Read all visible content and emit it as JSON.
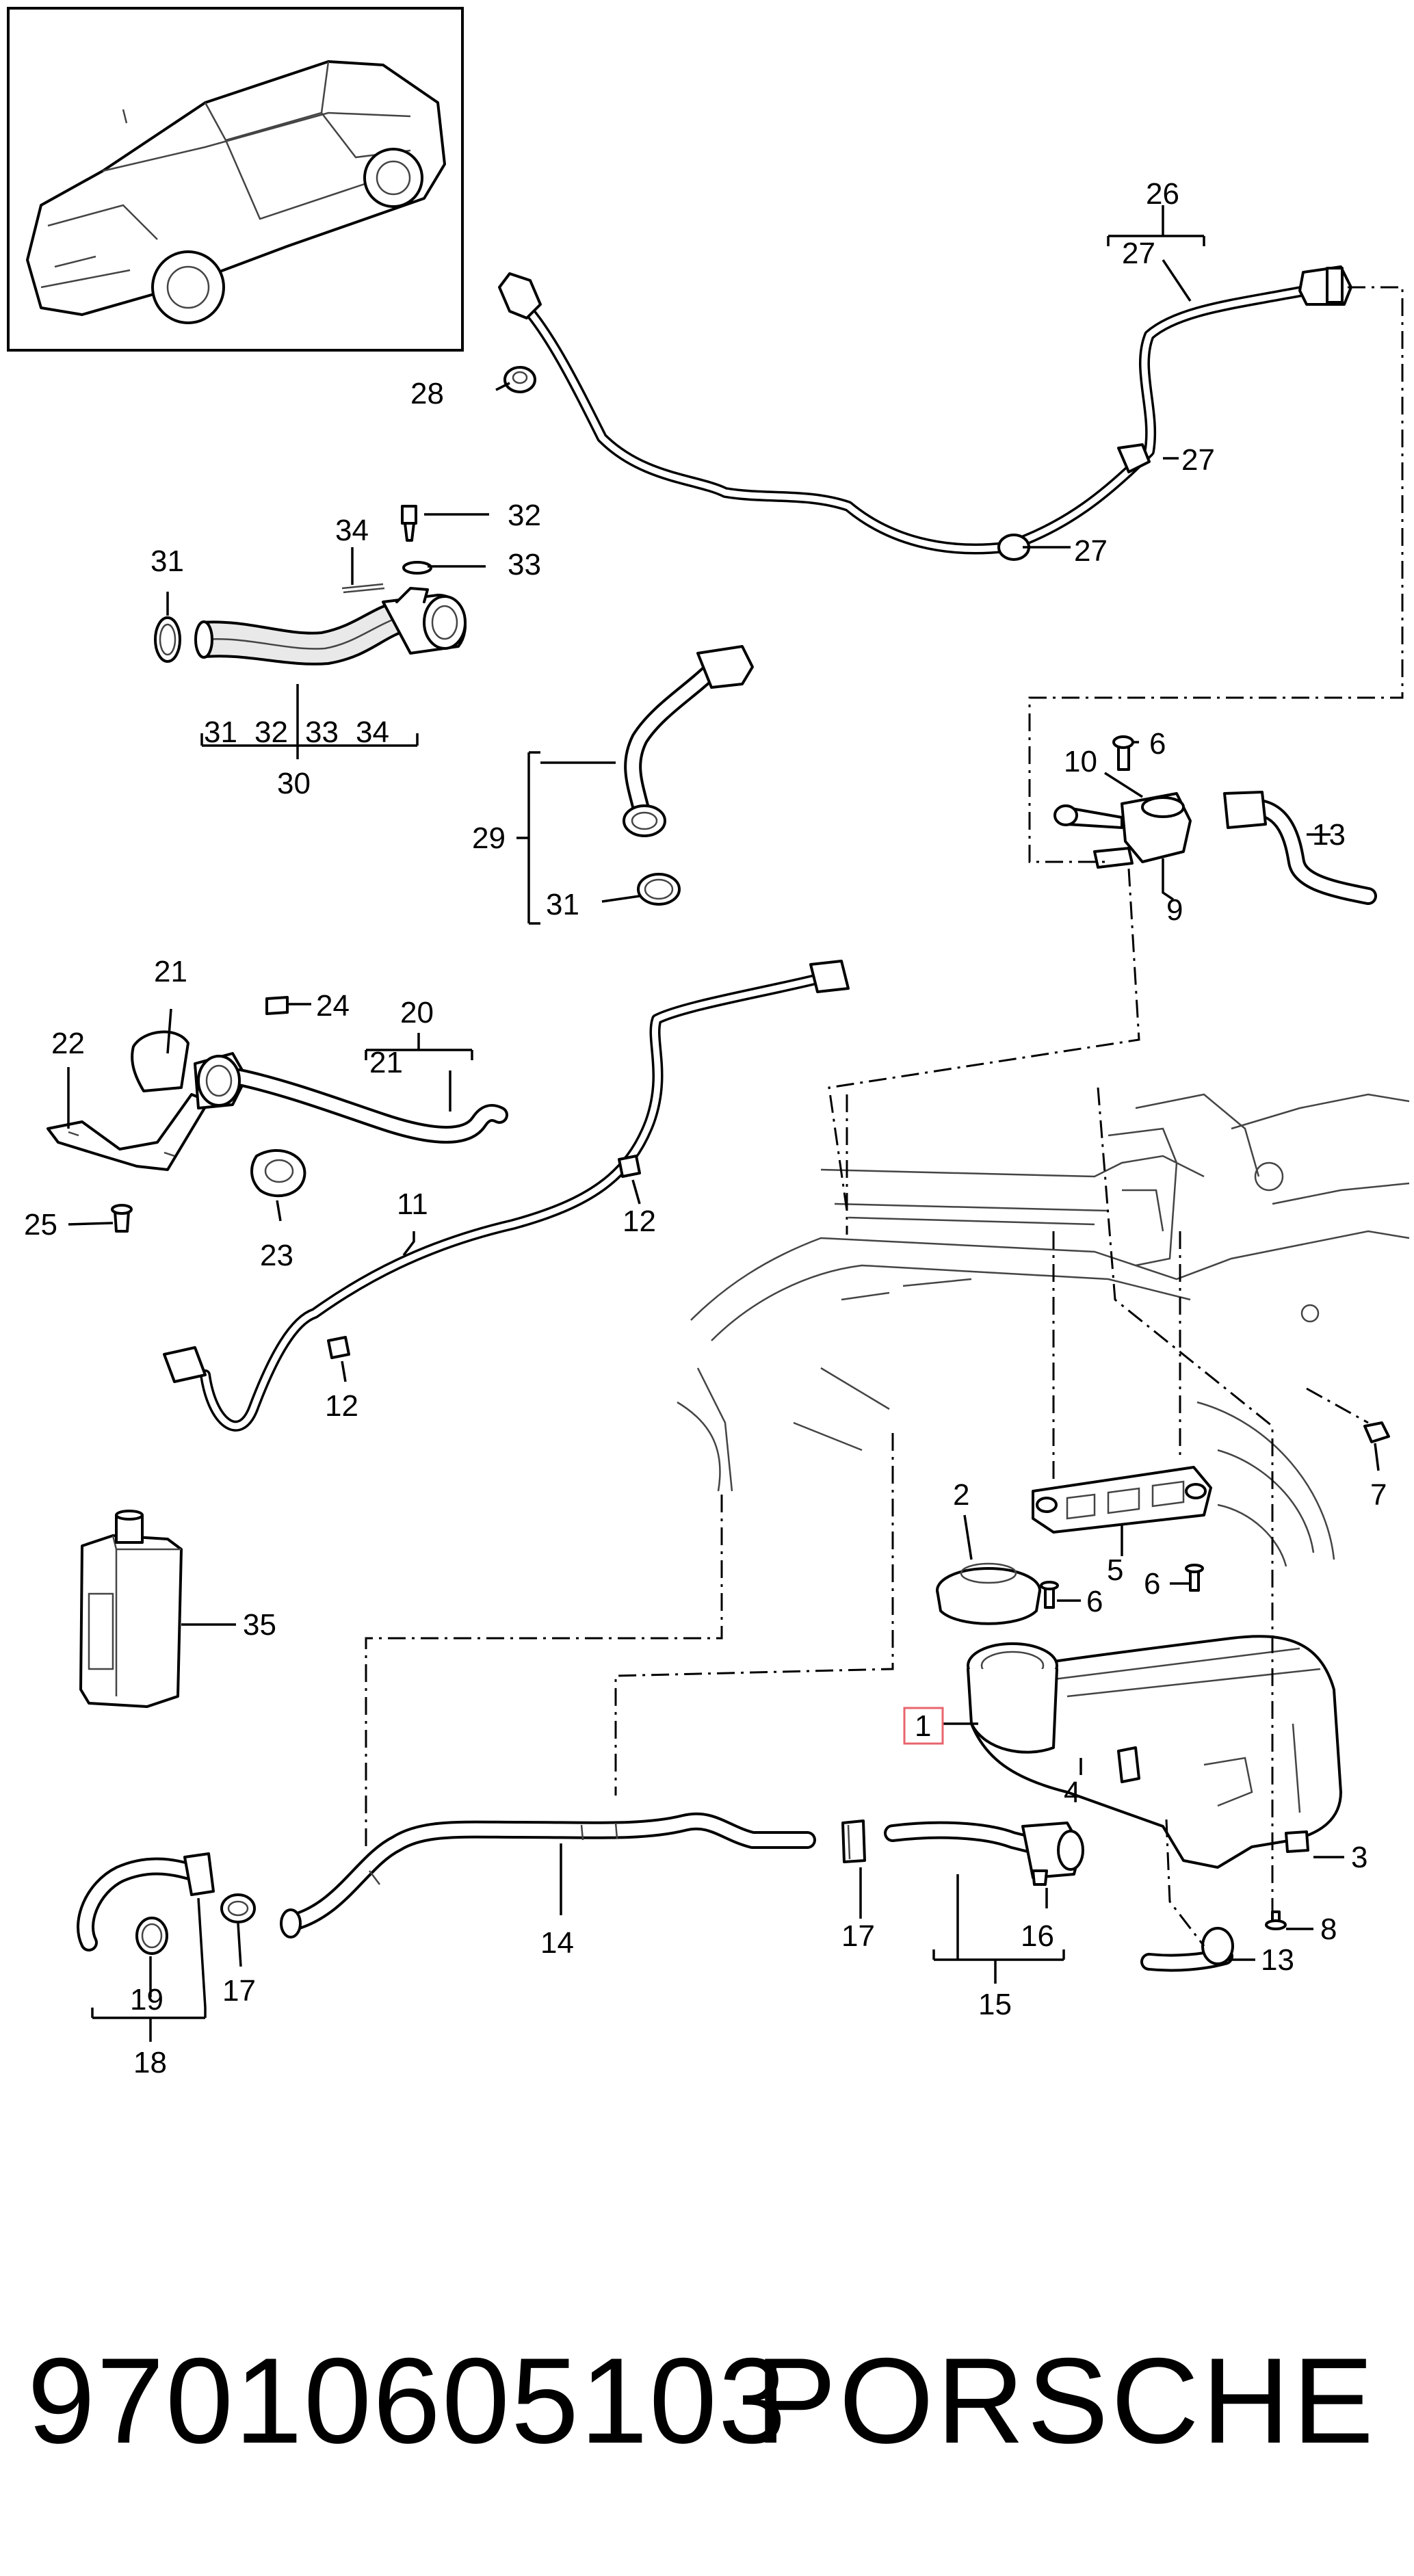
{
  "callouts": {
    "c1": "1",
    "c2": "2",
    "c3": "3",
    "c4": "4",
    "c5": "5",
    "c6a": "6",
    "c6b": "6",
    "c6c": "6",
    "c7": "7",
    "c8": "8",
    "c9": "9",
    "c10": "10",
    "c11": "11",
    "c12a": "12",
    "c12b": "12",
    "c13a": "13",
    "c13b": "13",
    "c14": "14",
    "c15": "15",
    "c16": "16",
    "c17a": "17",
    "c17b": "17",
    "c18": "18",
    "c19": "19",
    "c20": "20",
    "c21a": "21",
    "c21b": "21",
    "c22": "22",
    "c23": "23",
    "c24": "24",
    "c25": "25",
    "c26": "26",
    "c27a": "27",
    "c27b": "27",
    "c27c": "27",
    "c28": "28",
    "c29": "29",
    "c30": "30",
    "c31a": "31",
    "c31b": "31",
    "c31c": "31",
    "c32a": "32",
    "c32b": "32",
    "c33a": "33",
    "c33b": "33",
    "c34a": "34",
    "c34b": "34",
    "c35": "35"
  },
  "footer": {
    "part_number": "97010605103",
    "brand": "PORSCHE"
  },
  "colors": {
    "highlight_box": "#e8646e",
    "line": "#000000",
    "background": "#ffffff"
  }
}
